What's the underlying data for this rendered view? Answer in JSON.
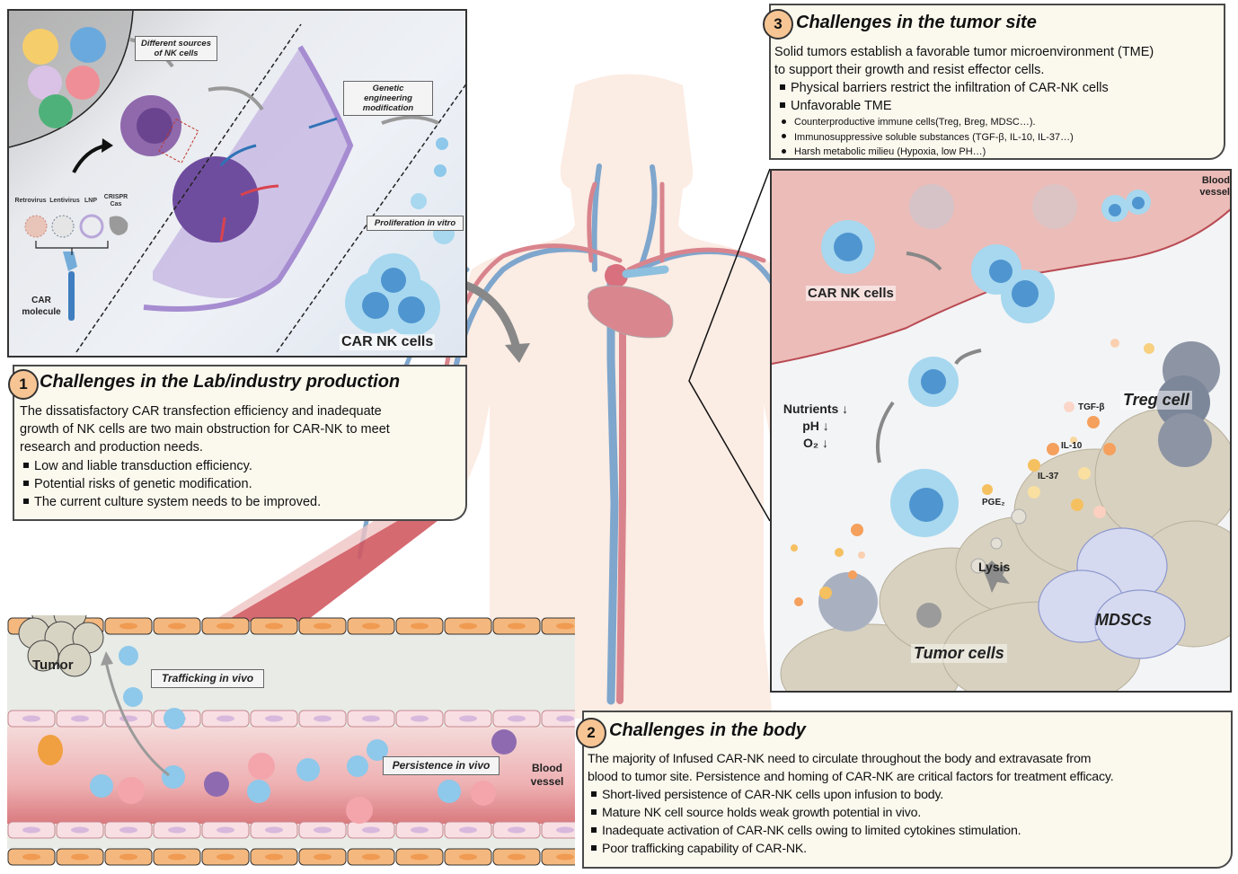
{
  "figure": {
    "lab_panel": {
      "tag_sources": "Different sources of NK cells",
      "tag_genetic": "Genetic engineering modification",
      "tag_proliferation": "Proliferation in vitro",
      "vector_labels": [
        "Retrovirus",
        "Lentivirus",
        "LNP",
        "CRISPR Cas"
      ],
      "car_molecule_label": "CAR molecule",
      "car_nk_label": "CAR NK cells"
    },
    "challenge_1": {
      "number": "1",
      "title": "Challenges in the Lab/industry production",
      "intro_lines": [
        "The dissatisfactory CAR transfection efficiency and inadequate",
        "growth of NK cells are two main obstruction for CAR-NK to meet",
        "research and production needs."
      ],
      "bullets": [
        "Low and liable transduction efficiency.",
        "Potential risks of genetic modification.",
        "The current culture system needs to be improved."
      ]
    },
    "challenge_2": {
      "number": "2",
      "title": "Challenges in the body",
      "intro_lines": [
        "The majority of Infused CAR-NK need to circulate throughout the body and extravasate from",
        "blood to tumor site. Persistence and homing of CAR-NK are critical factors for treatment efficacy."
      ],
      "bullets": [
        "Short-lived persistence of CAR-NK cells upon infusion to body.",
        "Mature NK cell source holds weak growth potential in vivo.",
        "Inadequate activation of CAR-NK cells owing to limited cytokines stimulation.",
        "Poor trafficking capability of CAR-NK."
      ]
    },
    "challenge_3": {
      "number": "3",
      "title": "Challenges in the tumor site",
      "intro_lines": [
        "Solid tumors establish a favorable tumor microenvironment (TME)",
        "to support their growth and resist effector cells."
      ],
      "bullets": [
        "Physical barriers restrict the infiltration of CAR-NK cells",
        "Unfavorable TME"
      ],
      "sub_bullets": [
        "Counterproductive immune cells(Treg, Breg, MDSC…).",
        "Immunosuppressive soluble substances (TGF-β, IL-10, IL-37…)",
        "Harsh metabolic milieu (Hypoxia, low PH…)"
      ]
    },
    "tumor_panel": {
      "blood_vessel_label": "Blood vessel",
      "car_nk_label": "CAR NK cells",
      "conditions": [
        "Nutrients ↓",
        "pH ↓",
        "O₂ ↓"
      ],
      "cytokines": [
        "TGF-β",
        "IL-10",
        "IL-37",
        "PGE₂"
      ],
      "lysis_label": "Lysis",
      "treg_label": "Treg cell",
      "mdsc_label": "MDSCs",
      "tumor_cells_label": "Tumor cells"
    },
    "vessel_panel": {
      "tumor_label": "Tumor",
      "trafficking_tag": "Trafficking in vivo",
      "persistence_tag": "Persistence in vivo",
      "blood_vessel_label": "Blood vessel"
    },
    "colors": {
      "badge": "#f7c594",
      "box_bg": "#fbf8ee",
      "artery": "#d9848d",
      "vein": "#7fa6cc",
      "skin": "#fbece4",
      "nk_cell": "#7fc4e6",
      "vessel_wall": "#f4b87e"
    }
  }
}
